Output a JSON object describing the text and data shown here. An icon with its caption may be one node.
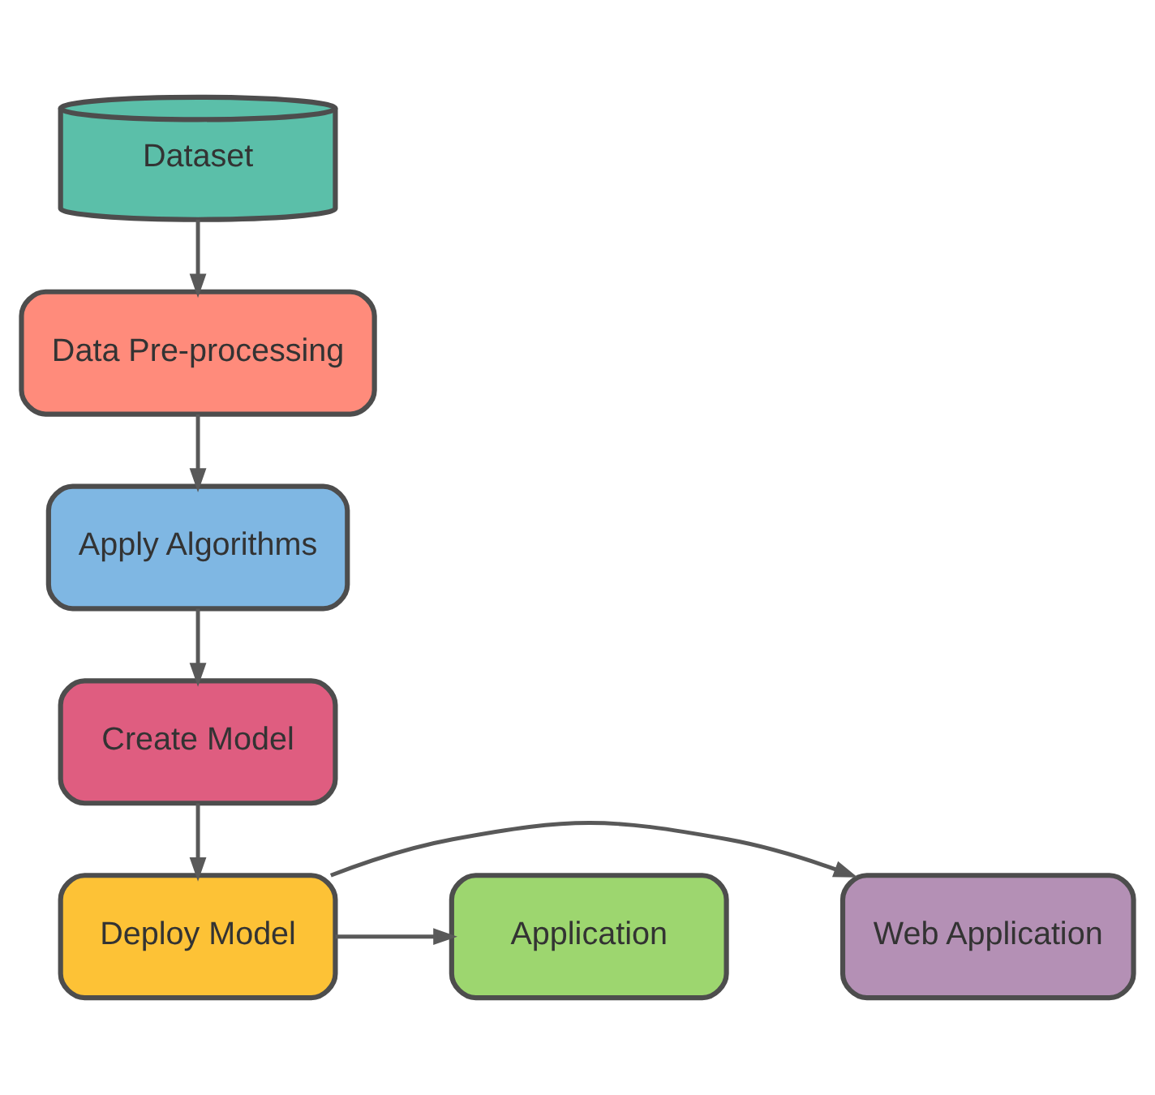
{
  "diagram": {
    "nodes": [
      {
        "text": [
          "Dataset"
        ]
      },
      {
        "text": [
          "Data Pre-processing"
        ]
      },
      {
        "text": [
          "Apply Algorithms"
        ]
      },
      {
        "text": [
          "Create Model"
        ]
      },
      {
        "text": [
          "Web Application"
        ]
      },
      {
        "text": [
          "Application"
        ]
      },
      {
        "text": [
          "Deploy Model"
        ]
      }
    ],
    "edges": [
      {
        "from": 0,
        "to": 1,
        "arrow": "to"
      },
      {
        "from": 1,
        "to": 2,
        "arrow": "to"
      },
      {
        "from": 2,
        "to": 3,
        "arrow": "to"
      },
      {
        "from": 3,
        "to": 6,
        "arrow": "to"
      },
      {
        "from": 6,
        "to": 4,
        "arrow": "to"
      },
      {
        "from": 6,
        "to": 5,
        "arrow": "to"
      }
    ]
  }
}
